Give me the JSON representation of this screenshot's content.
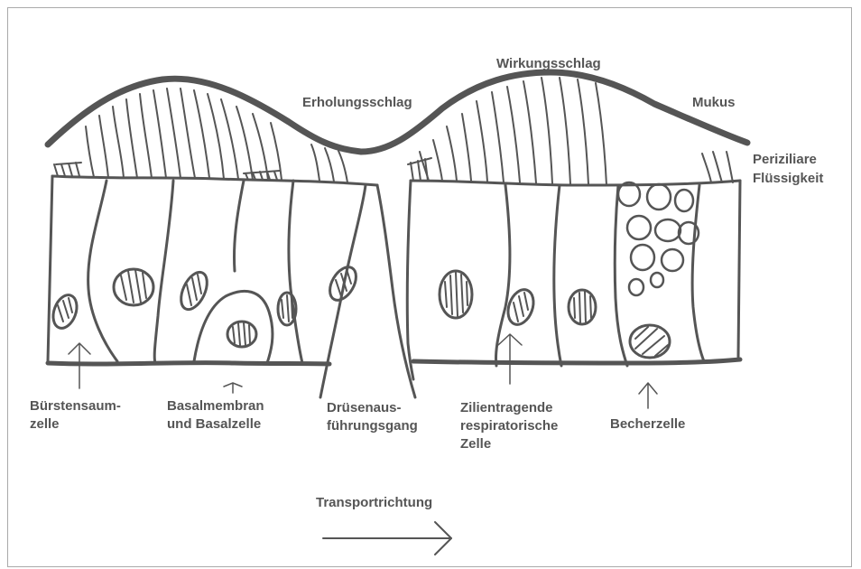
{
  "labels": {
    "wirkungsschlag": "Wirkungsschlag",
    "erholungsschlag": "Erholungsschlag",
    "mukus": "Mukus",
    "periziliare_1": "Periziliare",
    "periziliare_2": "Flüssigkeit",
    "buerstensaum_1": "Bürstensaum-",
    "buerstensaum_2": "zelle",
    "basal_1": "Basalmembran",
    "basal_2": "und Basalzelle",
    "druesen_1": "Drüsenaus-",
    "druesen_2": "führungsgang",
    "zilien_1": "Zilientragende",
    "zilien_2": "respiratorische",
    "zilien_3": "Zelle",
    "becher": "Becherzelle",
    "transport": "Transportrichtung"
  },
  "colors": {
    "ink": "#555555",
    "frame": "#aaaaaa",
    "paper": "#ffffff"
  }
}
